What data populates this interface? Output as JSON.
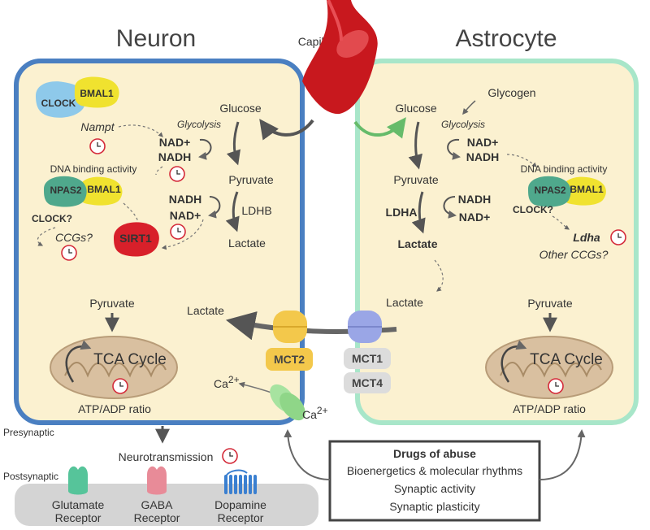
{
  "cells": {
    "neuron_title": "Neuron",
    "astrocyte_title": "Astrocyte",
    "capillary": "Capillary"
  },
  "neuron": {
    "clock": "CLOCK",
    "bmal1_top": "BMAL1",
    "nampt": "Nampt",
    "glycolysis": "Glycolysis",
    "nad_plus": "NAD+",
    "nadh": "NADH",
    "glucose": "Glucose",
    "pyruvate": "Pyruvate",
    "dna_binding": "DNA binding activity",
    "npas2": "NPAS2",
    "bmal1": "BMAL1",
    "clock_q": "CLOCK?",
    "ccgs_q": "CCGs?",
    "sirt1": "SIRT1",
    "nadh2": "NADH",
    "nad_plus2": "NAD+",
    "ldhb": "LDHB",
    "lactate": "Lactate",
    "pyruvate2": "Pyruvate",
    "lactate_transport": "Lactate",
    "tca": "TCA Cycle",
    "atp": "ATP/ADP ratio",
    "ca_left": "Ca",
    "ca_left_sup": "2+",
    "ca_right": "Ca",
    "ca_right_sup": "2+"
  },
  "astrocyte": {
    "glucose": "Glucose",
    "glycogen": "Glycogen",
    "glycolysis": "Glycolysis",
    "nad_plus": "NAD+",
    "nadh": "NADH",
    "pyruvate": "Pyruvate",
    "dna_binding": "DNA binding activity",
    "npas2": "NPAS2",
    "bmal1": "BMAL1",
    "clock_q": "CLOCK?",
    "ldha": "LDHA",
    "nadh2": "NADH",
    "nad_plus2": "NAD+",
    "lactate_bold": "Lactate",
    "ldha_gene": "Ldha",
    "other_ccgs": "Other CCGs?",
    "lactate": "Lactate",
    "pyruvate2": "Pyruvate",
    "tca": "TCA Cycle",
    "atp": "ATP/ADP ratio"
  },
  "transporters": {
    "mct2": "MCT2",
    "mct1": "MCT1",
    "mct4": "MCT4"
  },
  "synapse": {
    "presynaptic": "Presynaptic",
    "postsynaptic": "Postsynaptic",
    "neurotransmission": "Neurotransmission",
    "glutamate_1": "Glutamate",
    "glutamate_2": "Receptor",
    "gaba_1": "GABA",
    "gaba_2": "Receptor",
    "dopamine_1": "Dopamine",
    "dopamine_2": "Receptor"
  },
  "drugs_box": {
    "title": "Drugs of abuse",
    "line1": "Bioenergetics & molecular rhythms",
    "line2": "Synaptic activity",
    "line3": "Synaptic plasticity"
  },
  "colors": {
    "neuron_border": "#4a7fc1",
    "astrocyte_border": "#a8e6c9",
    "cell_fill": "#fbf1d0",
    "capillary": "#c8181e",
    "mct2": "#f3c84b",
    "mct1": "#9aa6e6",
    "clock_protein": "#8ec9ea",
    "bmal1_protein": "#f0e22f",
    "npas2_protein": "#4fa88c",
    "sirt1_protein": "#d8202a",
    "mitochondrion": "#d9c0a0",
    "membrane": "#d4d4d4",
    "glutamate_receptor": "#56c49a",
    "gaba_receptor": "#e88b98",
    "dopamine_receptor": "#3a7fd0"
  }
}
